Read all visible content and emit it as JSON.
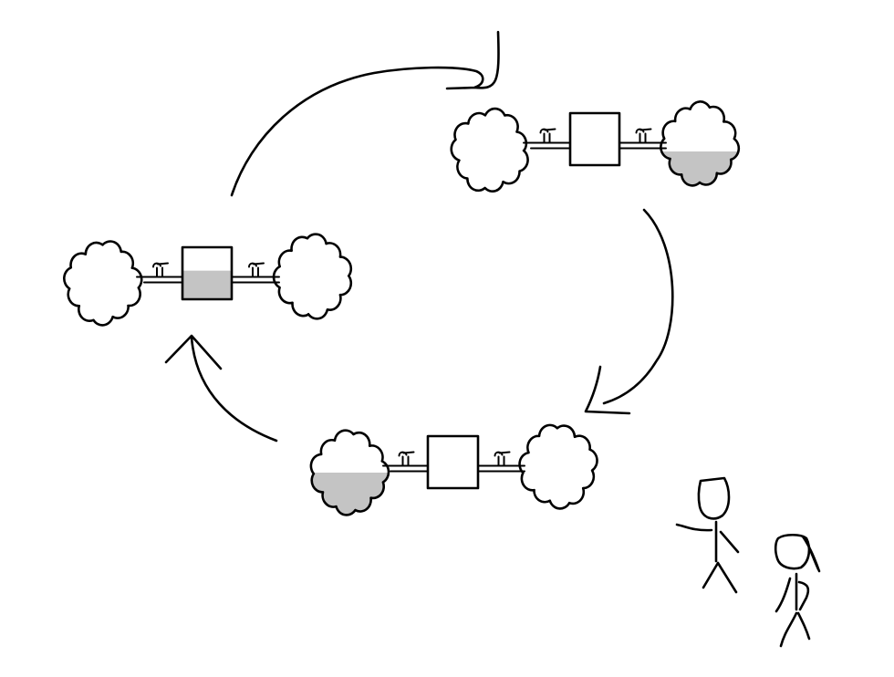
{
  "diagram": {
    "colors": {
      "ink": "#000000",
      "fill": "#c4c4c4",
      "background": "#ffffff"
    },
    "stages": [
      {
        "name": "top",
        "left_cloud_fill": 0,
        "box_fill": 0,
        "right_cloud_fill": 0.4
      },
      {
        "name": "left",
        "left_cloud_fill": 0,
        "box_fill": 0.55,
        "right_cloud_fill": 0
      },
      {
        "name": "bottom",
        "left_cloud_fill": 0.5,
        "box_fill": 0,
        "right_cloud_fill": 0
      }
    ]
  }
}
